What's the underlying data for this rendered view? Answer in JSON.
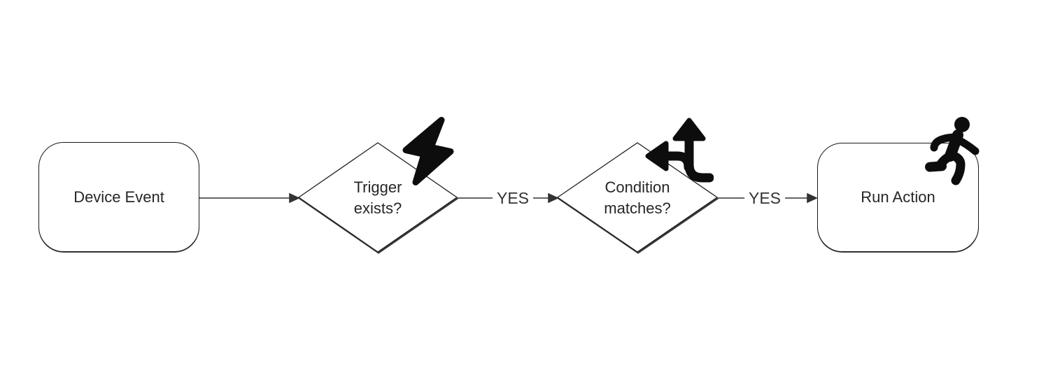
{
  "diagram": {
    "background_color": "#ffffff",
    "node_border_color": "#1a1a1a",
    "arrow_color": "#333333",
    "text_color": "#262626",
    "icon_color": "#0d0d0d",
    "nodes": [
      {
        "id": "device-event",
        "type": "rounded-rect",
        "label": "Device Event",
        "icon": null
      },
      {
        "id": "trigger-exists",
        "type": "decision-diamond",
        "label": "Trigger\nexists?",
        "icon": "lightning-bolt-icon"
      },
      {
        "id": "condition-matches",
        "type": "decision-diamond",
        "label": "Condition\nmatches?",
        "icon": "split-arrows-up-left-icon"
      },
      {
        "id": "run-action",
        "type": "rounded-rect",
        "label": "Run Action",
        "icon": "running-person-icon"
      }
    ],
    "edges": [
      {
        "from": "device-event",
        "to": "trigger-exists",
        "label": ""
      },
      {
        "from": "trigger-exists",
        "to": "condition-matches",
        "label": "YES"
      },
      {
        "from": "condition-matches",
        "to": "run-action",
        "label": "YES"
      }
    ]
  }
}
